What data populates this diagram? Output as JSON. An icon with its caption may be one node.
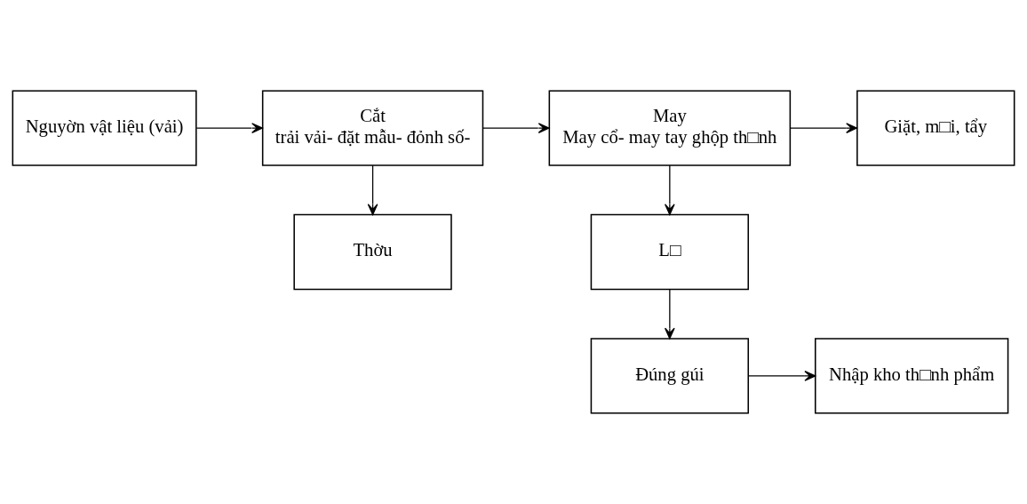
{
  "diagram": {
    "nodes": [
      {
        "text": [
          "Nguyờn vật liệu (vải)"
        ]
      },
      {
        "text": [
          "Cắt",
          "trải vải- đặt mẫu- đỏnh số-"
        ]
      },
      {
        "text": [
          "May",
          "May cổ- may tay ghộp th□nh"
        ]
      },
      {
        "text": [
          "Giặt, m□i, tẩy"
        ]
      },
      {
        "text": [
          "Thờu"
        ]
      },
      {
        "text": [
          "L□"
        ]
      },
      {
        "text": [
          "Đúng gúi"
        ]
      },
      {
        "text": [
          "Nhập kho th□nh phẩm"
        ]
      }
    ],
    "edges": [
      {
        "from": 0,
        "to": 1,
        "arrow": "to"
      },
      {
        "from": 1,
        "to": 2,
        "arrow": "to"
      },
      {
        "from": 2,
        "to": 3,
        "arrow": "to"
      },
      {
        "from": 1,
        "to": 4,
        "arrow": "to"
      },
      {
        "from": 2,
        "to": 5,
        "arrow": "to"
      },
      {
        "from": 5,
        "to": 6,
        "arrow": "to"
      },
      {
        "from": 6,
        "to": 7,
        "arrow": "to"
      }
    ]
  }
}
